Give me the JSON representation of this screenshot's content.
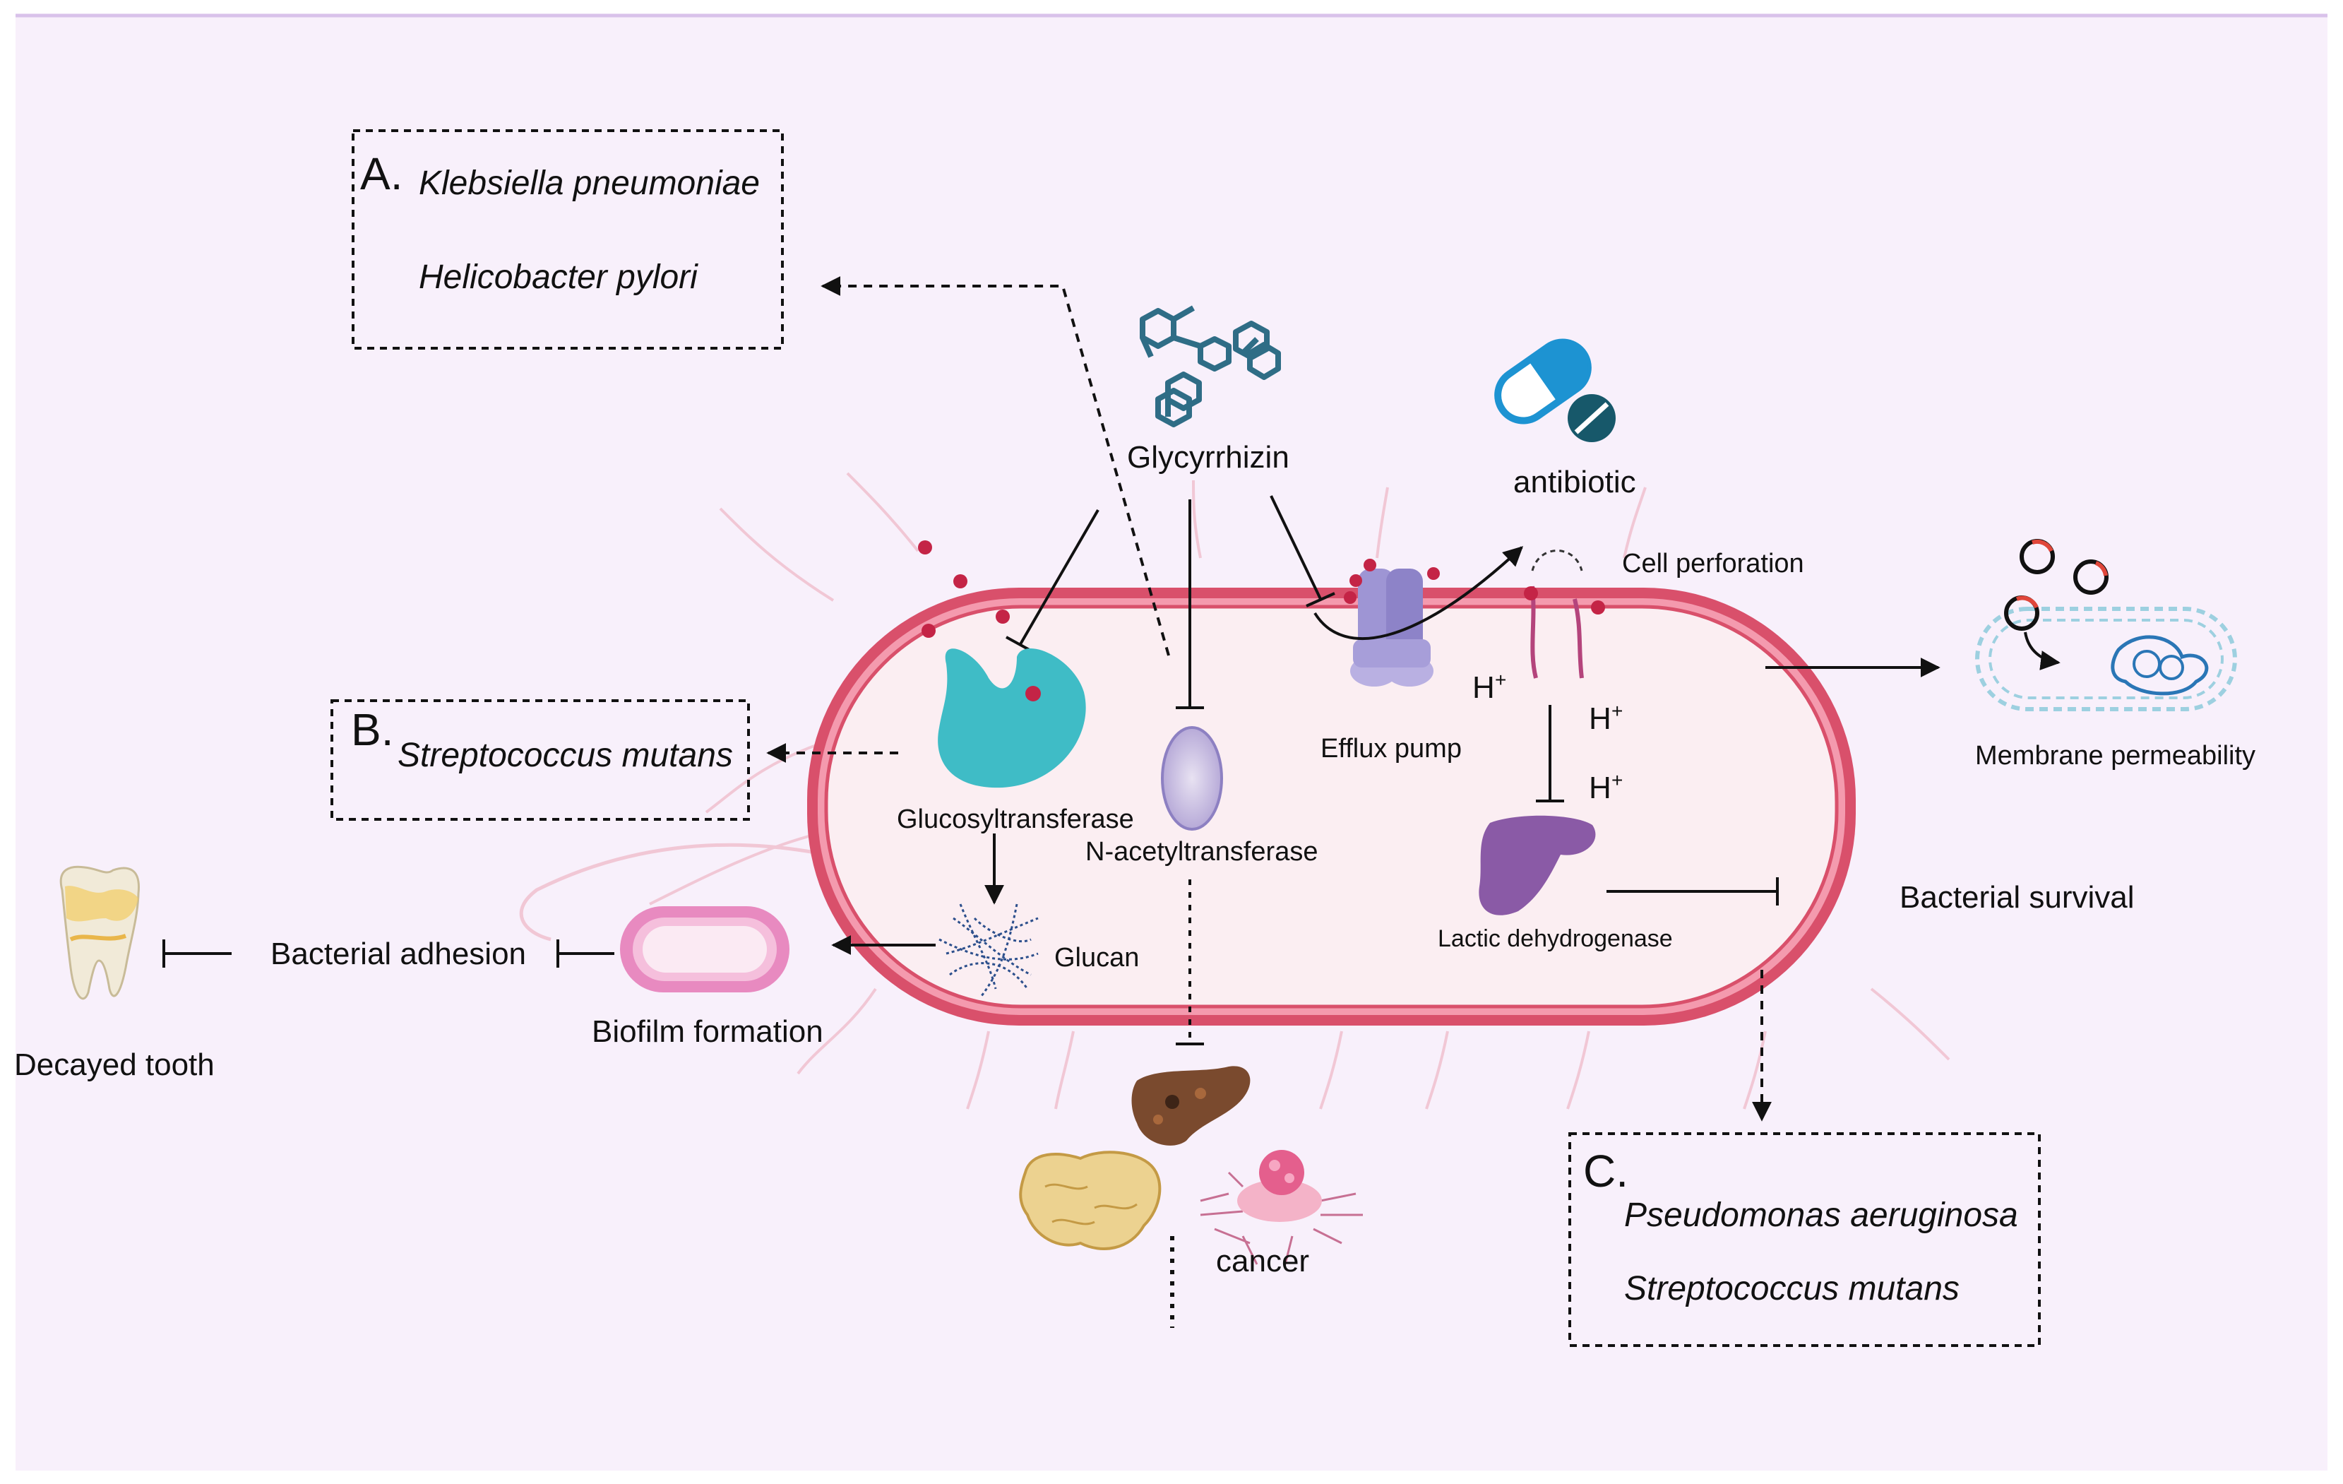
{
  "labels": {
    "glycyrrhizin": "Glycyrrhizin",
    "antibiotic": "antibiotic",
    "cell_perforation": "Cell perforation",
    "efflux_pump": "Efflux pump",
    "glucosyltransferase": "Glucosyltransferase",
    "n_acetyltransferase": "N-acetyltransferase",
    "glucan": "Glucan",
    "lactic_dehydrogenase": "Lactic dehydrogenase",
    "h_plus": "H",
    "h_plus_sup": "+",
    "membrane_permeability": "Membrane permeability",
    "bacterial_survival": "Bacterial survival",
    "bacterial_adhesion": "Bacterial adhesion",
    "biofilm_formation": "Biofilm formation",
    "decayed_tooth": "Decayed tooth",
    "cancer": "cancer"
  },
  "boxes": {
    "a": {
      "letter": "A.",
      "species": [
        "Klebsiella pneumoniae",
        "Helicobacter pylori"
      ]
    },
    "b": {
      "letter": "B.",
      "species": [
        "Streptococcus mutans"
      ]
    },
    "c": {
      "letter": "C.",
      "species": [
        "Pseudomonas aeruginosa",
        "Streptococcus mutans"
      ]
    }
  },
  "icons": [
    "glycyrrhizin-molecule-icon",
    "antibiotic-capsule-icon",
    "antibiotic-tablet-icon",
    "efflux-pump-icon",
    "glucosyltransferase-enzyme-icon",
    "n-acetyltransferase-icon",
    "glucan-mesh-icon",
    "lactic-dehydrogenase-icon",
    "membrane-pore-icon",
    "dna-plasmid-icon",
    "decayed-tooth-icon",
    "liver-icon",
    "fatty-tissue-icon",
    "tumor-cell-icon",
    "biofilm-capsule-icon"
  ],
  "colors": {
    "background": "#f8f0fb",
    "cell_wall": "#d9506b",
    "cell_inner": "#fbeef2",
    "enzyme_teal": "#3fbcc6",
    "pump_purple": "#9e95d4",
    "ldh_purple": "#8a5aa6",
    "molecule_teal": "#2f6d86",
    "capsule_blue": "#1d93d2",
    "dark_teal": "#17586a"
  }
}
